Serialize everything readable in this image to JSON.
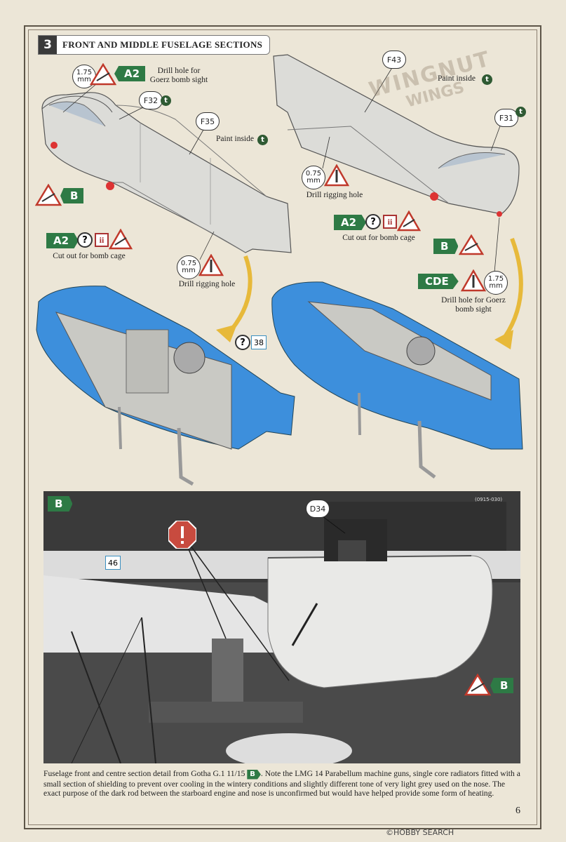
{
  "section": {
    "number": "3",
    "title": "FRONT AND MIDDLE FUSELAGE SECTIONS"
  },
  "upper_left": {
    "drill_size": "1.75\nmm",
    "a2_tag": "A2",
    "goerz_label": "Drill hole for Goerz bomb sight",
    "f32": "F32",
    "f35": "F35",
    "paint_inside": "Paint inside",
    "paint_code": "t",
    "b_tag": "B",
    "cut_out_tag": "A2",
    "cut_out_label": "Cut out for bomb cage",
    "rig_size": "0.75\nmm",
    "rig_label": "Drill rigging hole"
  },
  "upper_right": {
    "f43": "F43",
    "paint_inside": "Paint inside",
    "f31": "F31",
    "rig_size": "0.75\nmm",
    "rig_label": "Drill rigging hole",
    "cut_out_tag": "A2",
    "cut_out_label": "Cut out for bomb cage",
    "b_tag": "B",
    "cde_tag": "CDE",
    "drill_size": "1.75\nmm",
    "goerz_label": "Drill hole for Goerz bomb sight",
    "stamp_line1": "WINGNUT",
    "stamp_line2": "WINGS"
  },
  "lower_left": {
    "q_ref": "38"
  },
  "photo": {
    "tag": "B",
    "ref_code": "(0915-030)",
    "d34": "D34",
    "num46": "46",
    "b_tag": "B"
  },
  "caption": {
    "text_before": "Fuselage front and centre section detail from Gotha G.1 11/15 ",
    "tag": "B",
    "text_after": ". Note the LMG 14 Parabellum machine guns, single core radiators fitted with a small section of shielding to prevent over cooling in the wintery conditions and slightly different tone of very light grey used on the nose. The exact purpose of the dark rod between the starboard engine and nose is unconfirmed but would have helped provide some form of heating."
  },
  "page_number": "6",
  "footer_watermark": "©HOBBY SEARCH",
  "colors": {
    "green": "#2e7a45",
    "blue": "#3d8fdc",
    "grey": "#c9c9c4",
    "red": "#c0392b"
  }
}
